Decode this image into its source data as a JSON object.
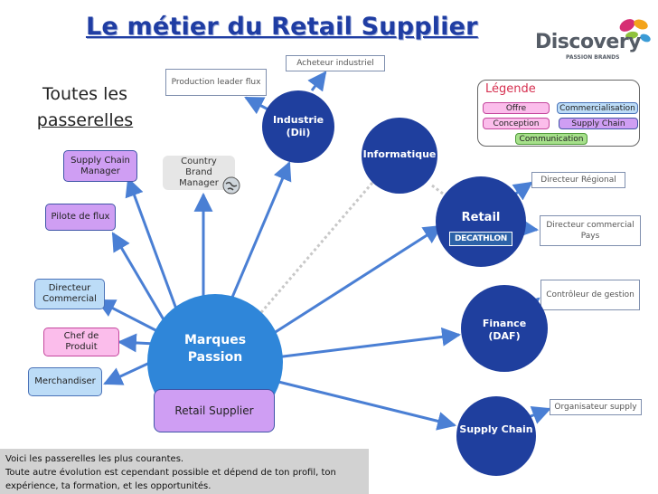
{
  "title": "Le métier du Retail Supplier",
  "subtitle": {
    "line1": "Toutes les",
    "line2": "passerelles"
  },
  "logo": {
    "name": "Discovery",
    "tagline": "PASSION BRANDS",
    "colors": [
      "#d62e73",
      "#f3a31a",
      "#8fc23c",
      "#3a9bd6"
    ]
  },
  "center": {
    "line1": "Marques",
    "line2": "Passion",
    "label": "Retail Supplier"
  },
  "hubs": {
    "industrie": {
      "line1": "Industrie",
      "line2": "(Dii)"
    },
    "informatique": {
      "label": "Informatique"
    },
    "retail": {
      "label": "Retail",
      "brand": "DECATHLON"
    },
    "finance": {
      "line1": "Finance",
      "line2": "(DAF)"
    },
    "supply": {
      "label": "Supply Chain"
    }
  },
  "outer_roles": {
    "acheteur": "Acheteur industriel",
    "production": "Production leader flux",
    "dir_regional": "Directeur Régional",
    "dir_commercial_pays": "Directeur commercial Pays",
    "controleur": "Contrôleur de gestion",
    "organisateur": "Organisateur supply"
  },
  "roles": {
    "supply_chain_manager": "Supply Chain Manager",
    "country_brand_manager": "Country Brand Manager",
    "pilote": "Pilote de flux",
    "directeur_commercial": "Directeur Commercial",
    "chef_produit": "Chef de Produit",
    "merchandiser": "Merchandiser"
  },
  "legend": {
    "title": "Légende",
    "items": {
      "offre": "Offre",
      "commercialisation": "Commercialisation",
      "conception": "Conception",
      "supply": "Supply Chain",
      "communication": "Communication"
    }
  },
  "footer": {
    "line1": "Voici les passerelles les plus courantes.",
    "line2": "Toute autre évolution est cependant possible et dépend de ton profil, ton",
    "line3": "expérience, ta formation, et les opportunités."
  },
  "colors": {
    "hub": "#1f3f9e",
    "center": "#2f86d9",
    "offre": "#fbbdeb",
    "commercialisation": "#bcdcf7",
    "conception": "#fbbdeb",
    "supply": "#cf9ef3",
    "communication": "#a6e08a",
    "arrow": "#4a7fd4"
  }
}
